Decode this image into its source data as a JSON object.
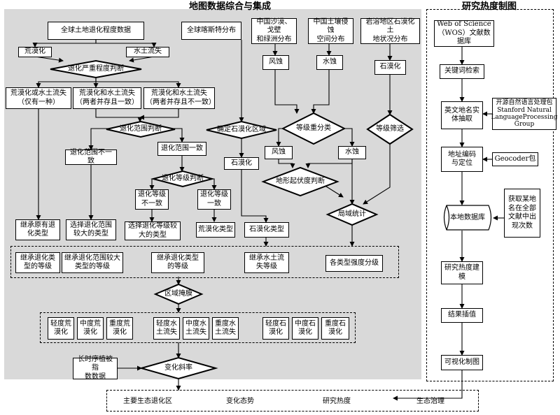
{
  "titles": {
    "left": "地图数据综合与集成",
    "right": "研究热度制图"
  },
  "nodes": {
    "global_deg": "全球土地退化程度数据",
    "global_karst": "全球喀斯特分布",
    "china_desert": "中国沙漠、戈壁\n和绿洲分布",
    "china_erosion": "中国土壤侵蚀\n空间分布",
    "karst_sw": "岩溶地区石漠化土\n地状况分布",
    "desertif": "荒漠化",
    "water_loss": "水土流失",
    "either": "荒漠化或水土流失\n（仅有一种）",
    "both_same": "荒漠化和水土流失\n（两者并存且一致）",
    "both_diff": "荒漠化和水土流失\n（两者并存且不一致）",
    "range_diff": "退化范围不一致",
    "range_same": "退化范围一致",
    "grade_diff": "退化等级\n不一致",
    "grade_same": "退化等级\n一致",
    "inherit_type": "继承原有退\n化类型",
    "select_range": "选择退化范围\n较大的类型",
    "select_grade": "选择退化等级较\n大的类型",
    "desert_type": "荒漠化类型",
    "rocky_type": "石漠化类型",
    "rocky_left": "石漠化",
    "wind_top": "风蚀",
    "water_top": "水蚀",
    "rocky_right": "石漠化",
    "wind_mid": "风蚀",
    "water_mid": "水蚀",
    "inh_deg_grade": "继承退化类\n型的等级",
    "inh_large_grade": "继承退化范围较大\n类型的等级",
    "inh_type_grade": "继承退化类型\n的等级",
    "inh_water_grade": "继承水土流\n失等级",
    "each_type_grade": "各类型强度分级",
    "light_desert": "轻度荒\n漠化",
    "mid_desert": "中度荒\n漠化",
    "heavy_desert": "重度荒\n漠化",
    "light_water": "轻度水\n土流失",
    "mid_water": "中度水\n土流失",
    "heavy_water": "重度水\n土流失",
    "light_rocky": "轻度石\n漠化",
    "mid_rocky": "中度石\n漠化",
    "heavy_rocky": "重度石\n漠化",
    "ndvi": "长时序植被指\n数数据",
    "out1": "主要生态退化区",
    "out2": "变化态势",
    "out3": "研究热度",
    "out4": "生态治理",
    "wos": "Web of Science\n（WOS）文献数据库",
    "keyword": "关键词检索",
    "extract": "英文地名实\n体抽取",
    "nlp": "开源自然语言处理包\nStanford Natural\nLanguageProcessing\nGroup",
    "geocode": "地址编码\n与定位",
    "geocoder": "Geocoder包",
    "count": "获取某地\n名在全部\n文献中出\n现次数",
    "model": "研究热度建\n模",
    "interp": "结果插值",
    "vis": "可视化制图"
  },
  "diamonds": {
    "severity": "退化严重程度判断",
    "range": "退化范围判断",
    "grade": "退化等级判断",
    "rocky_region": "确定石漠化区域",
    "grade_overlay": "等级重分类",
    "grade_screen": "等级筛选",
    "terrain": "地形起伏度判断",
    "local_stat": "局域统计",
    "mask": "区域掩膜",
    "slope": "变化斜率"
  },
  "plain": {
    "local_db": "本地数据库"
  }
}
